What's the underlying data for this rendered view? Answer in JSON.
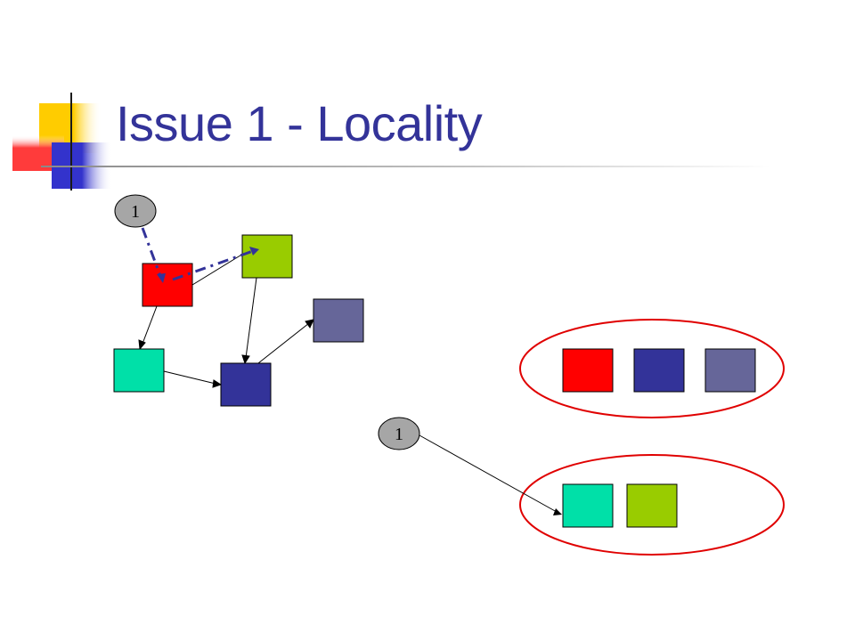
{
  "slide": {
    "title": "Issue 1 - Locality"
  },
  "colors": {
    "title": "#333399",
    "red": "#ff0000",
    "green": "#99cc00",
    "teal": "#00e0a8",
    "navy": "#333399",
    "slate": "#666699",
    "ellipse": "#e00000",
    "dashed_arrow": "#333399",
    "node_fill": "#a6a6a6",
    "deco_yellow": "#ffcc00",
    "deco_red": "#ff3b3b",
    "deco_blue": "#3333cc"
  },
  "nodes": {
    "top_label": "1",
    "bottom_label": "1"
  }
}
